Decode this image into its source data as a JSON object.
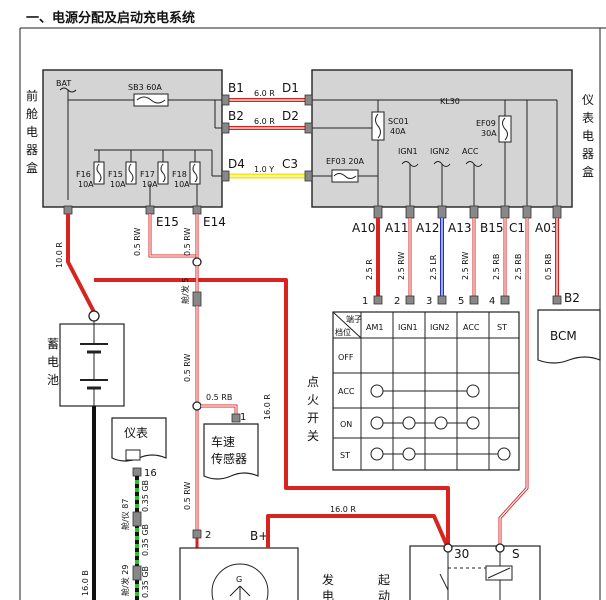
{
  "title": "一、电源分配及启动充电系统",
  "front_box": {
    "label": [
      "前",
      "舱",
      "电",
      "器",
      "盒"
    ],
    "bat": "BAT",
    "fuse_sb3": "SB3 60A",
    "fuses": [
      {
        "name": "F16",
        "rating": "10A"
      },
      {
        "name": "F15",
        "rating": "10A"
      },
      {
        "name": "F17",
        "rating": "10A"
      },
      {
        "name": "F18",
        "rating": "10A"
      }
    ]
  },
  "ip_box": {
    "label": [
      "仪",
      "表",
      "电",
      "器",
      "盒"
    ],
    "kl30": "KL30",
    "sc01": "SC01",
    "sc01_rating": "40A",
    "ef09": "EF09",
    "ef09_rating": "30A",
    "ef03": "EF03 20A",
    "ign1": "IGN1",
    "ign2": "IGN2",
    "acc": "ACC"
  },
  "connectors": {
    "b1": "B1",
    "b2": "B2",
    "d4": "D4",
    "d1": "D1",
    "d2": "D2",
    "c3": "C3",
    "e15": "E15",
    "e14": "E14",
    "a10": "A10",
    "a11": "A11",
    "a12": "A12",
    "a13": "A13",
    "b15": "B15",
    "c1": "C1",
    "a03": "A03",
    "b2_bcm": "B2"
  },
  "wires": {
    "b1_d1": "6.0 R",
    "b2_d2": "6.0 R",
    "d4_c3": "1.0 Y",
    "bat_main": "10.0 R",
    "e15": "0.5 RW",
    "e14": "0.5 RW",
    "seg5": "舱/发 5",
    "e14_down": "0.5 RW",
    "speed": "0.5 RB",
    "main_16r": "16.0 R",
    "start_16r": "16.0 R",
    "a10": "2.5 R",
    "a11": "2.5 RW",
    "a12": "2.5 LR",
    "a13": "2.5 RW",
    "b15": "2.5 RB",
    "c1": "2.5 RB",
    "a03": "0.5 RB",
    "alt_rw": "0.5 RW",
    "gb1": "0.35 GB",
    "gb2": "0.35 GB",
    "gb3": "0.35 GB",
    "seg87": "舱/仪 87",
    "seg29": "舱/发 29",
    "bat_neg": "16.0 B"
  },
  "switch_table": {
    "corner_top": "端子",
    "corner_bottom": "档位",
    "pins": [
      "1",
      "2",
      "3",
      "5",
      "4"
    ],
    "cols": [
      "AM1",
      "IGN1",
      "IGN2",
      "ACC",
      "ST"
    ],
    "rows": [
      "OFF",
      "ACC",
      "ON",
      "ST"
    ],
    "label": [
      "点",
      "火",
      "开",
      "关"
    ]
  },
  "components": {
    "battery": [
      "蓄",
      "电",
      "池"
    ],
    "bcm": "BCM",
    "cluster": "仪表",
    "cluster_pin": "16",
    "speed_sensor": [
      "车速",
      "传感器"
    ],
    "speed_pin": "1",
    "alt_pin": "2",
    "alt_bplus": "B+",
    "alt_label": [
      "发",
      "电"
    ],
    "alt_g": "G",
    "starter_30": "30",
    "starter_s": "S",
    "starter_label": [
      "起",
      "动"
    ]
  }
}
